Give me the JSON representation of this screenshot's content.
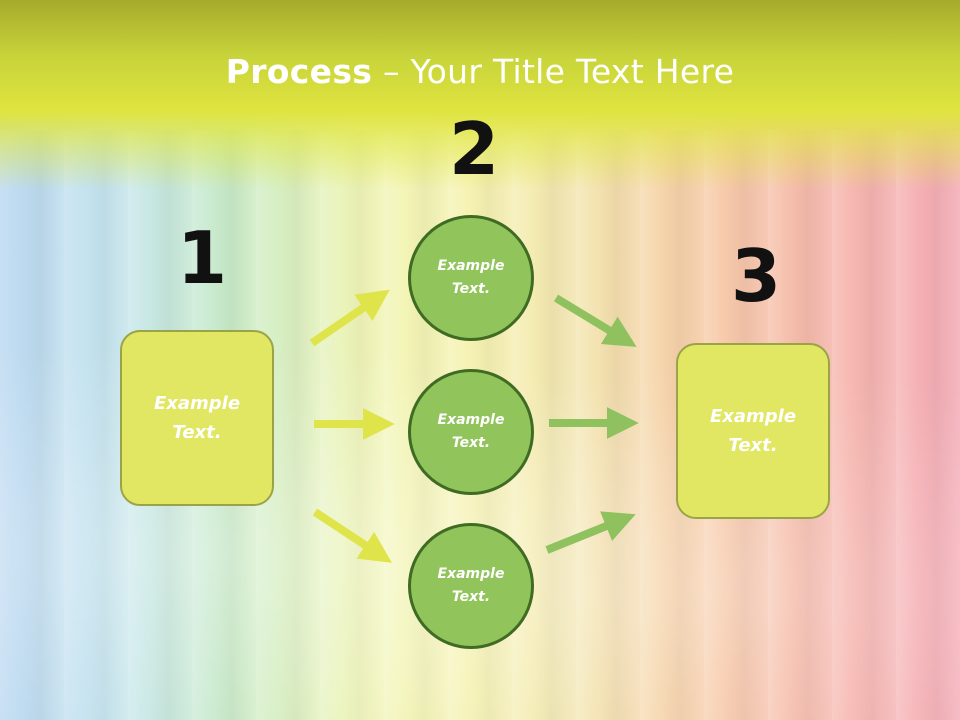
{
  "title": {
    "bold": "Process",
    "rest": " – Your Title Text Here"
  },
  "steps": [
    {
      "number": "1",
      "text": "Example\nText."
    },
    {
      "number": "2",
      "items": [
        "Example\nText.",
        "Example\nText.",
        "Example\nText."
      ]
    },
    {
      "number": "3",
      "text": "Example\nText."
    }
  ],
  "colors": {
    "header": "#dfe43f",
    "box_fill": "#e1e763",
    "circle_fill": "#92c45c",
    "circle_border": "#3f6b23",
    "arrow_yellow": "#dfe44a",
    "arrow_green": "#8fc15e"
  }
}
